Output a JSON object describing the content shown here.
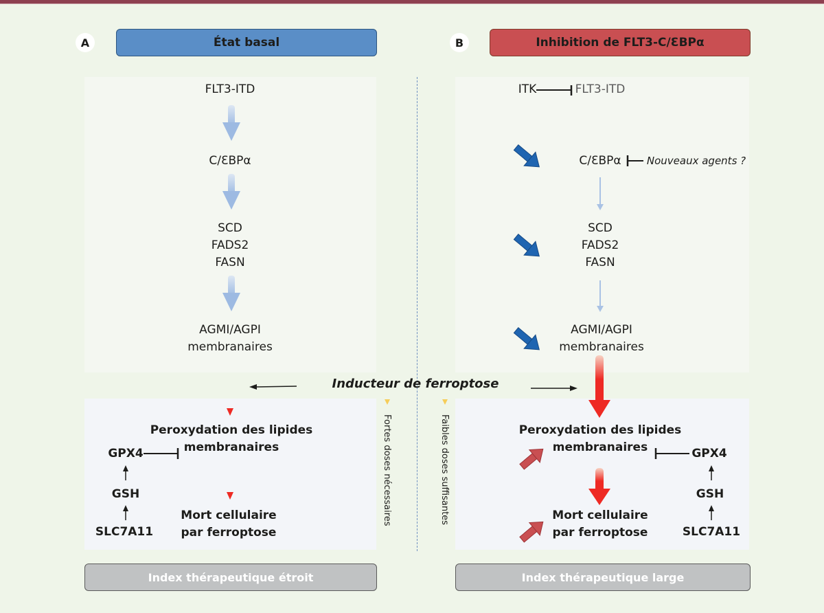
{
  "panel_a": {
    "letter": "A",
    "title": "État basal",
    "title_color": "#5a8ec7",
    "pathway": {
      "node1": "FLT3-ITD",
      "node2": "C/ƐBPα",
      "node3_lines": [
        "SCD",
        "FADS2",
        "FASN"
      ],
      "node4_lines": [
        "AGMI/AGPI",
        "membranaires"
      ]
    },
    "ferroptosis": {
      "peroxidation_lines": [
        "Peroxydation des lipides",
        "membranaires"
      ],
      "death_lines": [
        "Mort cellulaire",
        "par ferroptose"
      ],
      "gpx4": "GPX4",
      "gsh": "GSH",
      "slc7a11": "SLC7A11"
    },
    "dose_note": "Fortes doses nécessaires",
    "footer": "Index thérapeutique étroit"
  },
  "panel_b": {
    "letter": "B",
    "title": "Inhibition de FLT3-C/ƐBPα",
    "title_color": "#c94f52",
    "pathway": {
      "inhibitor": "ITK",
      "node1": "FLT3-ITD",
      "node2": "C/ƐBPα",
      "node2_inhibitor": "Nouveaux agents ?",
      "node3_lines": [
        "SCD",
        "FADS2",
        "FASN"
      ],
      "node4_lines": [
        "AGMI/AGPI",
        "membranaires"
      ]
    },
    "ferroptosis": {
      "peroxidation_lines": [
        "Peroxydation des lipides",
        "membranaires"
      ],
      "death_lines": [
        "Mort cellulaire",
        "par ferroptose"
      ],
      "gpx4": "GPX4",
      "gsh": "GSH",
      "slc7a11": "SLC7A11"
    },
    "dose_note": "Faibles doses suffisantes",
    "footer": "Index thérapeutique large"
  },
  "center": {
    "inducer_label": "Inducteur de ferroptose"
  },
  "colors": {
    "top_bar": "#8e4050",
    "basal_arrow": "#a9c2e4",
    "decrease_arrow": "#1f65b1",
    "ferroptosis_arrow": "#ee2a24",
    "increase_arrow": "#c94f52",
    "dose_marker": "#f6cd5a",
    "footer_box": "#c0c2c3"
  }
}
